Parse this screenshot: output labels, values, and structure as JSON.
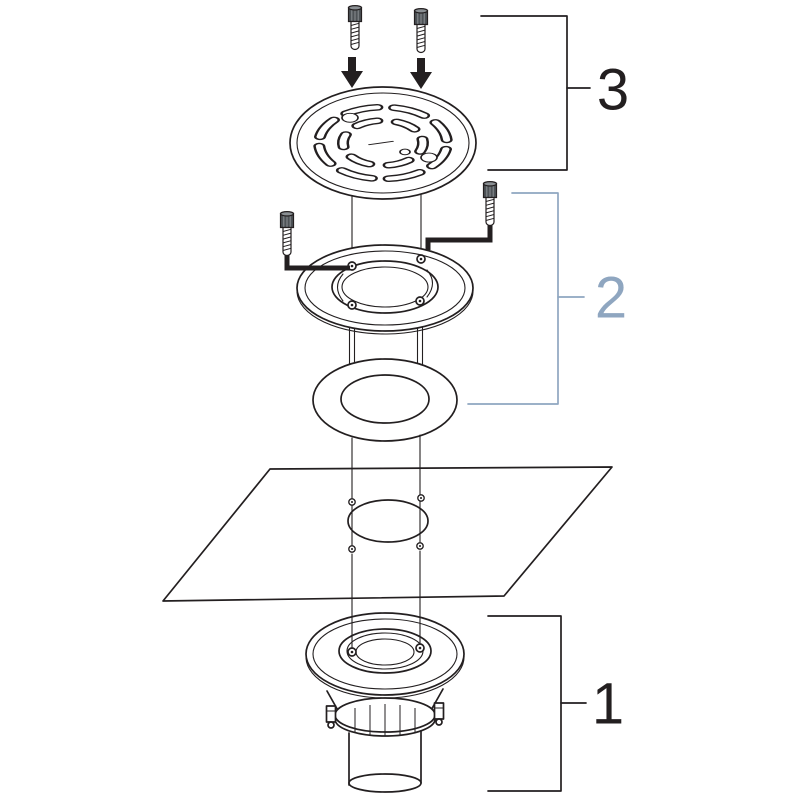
{
  "diagram": {
    "type": "exploded-assembly-diagram",
    "subject": "floor-drain-assembly",
    "background": "#ffffff",
    "colors": {
      "line": "#231f20",
      "accent": "#8fa6c0"
    },
    "callouts": {
      "strainer_group": {
        "label": "3"
      },
      "clamp_group": {
        "label": "2"
      },
      "drain_body_group": {
        "label": "1"
      }
    }
  }
}
